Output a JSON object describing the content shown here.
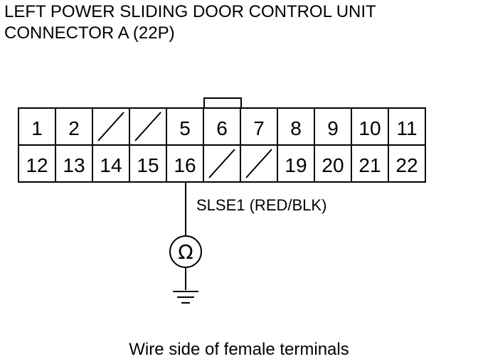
{
  "title_line1": "LEFT POWER SLIDING DOOR CONTROL UNIT",
  "title_line2": "CONNECTOR A (22P)",
  "connector": {
    "row1": [
      "1",
      "2",
      "",
      "",
      "5",
      "6",
      "7",
      "8",
      "9",
      "10",
      "11"
    ],
    "row2": [
      "12",
      "13",
      "14",
      "15",
      "16",
      "",
      "",
      "19",
      "20",
      "21",
      "22"
    ],
    "empty_terminals_row1": [
      3,
      4
    ],
    "empty_terminals_row2": [
      6,
      7
    ]
  },
  "wire_label": "SLSE1 (RED/BLK)",
  "meter_symbol": "Ω",
  "caption": "Wire side of female terminals"
}
